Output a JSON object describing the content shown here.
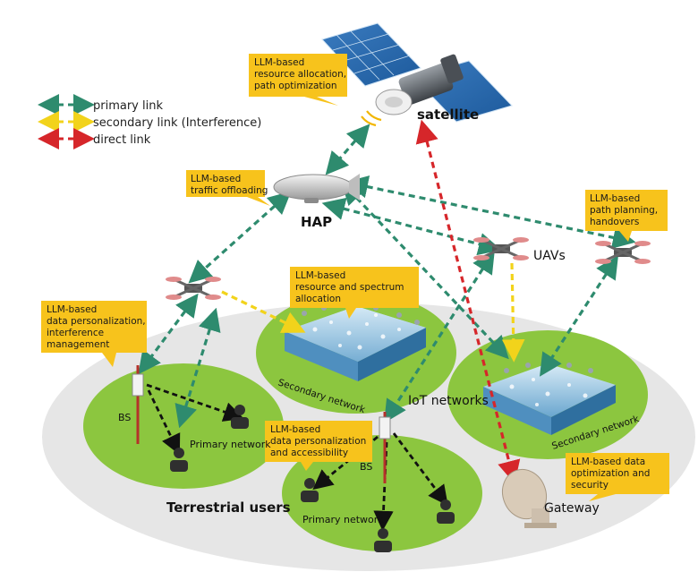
{
  "legend": [
    {
      "label": "primary link",
      "color": "#2e8b6e"
    },
    {
      "label": "secondary link (Interference)",
      "color": "#f2d31b"
    },
    {
      "label": "direct link",
      "color": "#d6262a"
    }
  ],
  "labels": {
    "satellite": "satellite",
    "hap": "HAP",
    "uavs": "UAVs",
    "iot_networks": "IoT networks",
    "bs_left": "BS",
    "bs_right": "BS",
    "primary_network_left": "Primary network",
    "primary_network_right": "Primary network",
    "secondary_network_left": "Secondary network",
    "secondary_network_right": "Secondary network",
    "terrestrial_users": "Terrestrial users",
    "gateway": "Gateway"
  },
  "callouts": {
    "satellite_llm": [
      "LLM-based",
      "resource allocation,",
      "path optimization"
    ],
    "hap_llm": [
      "LLM-based",
      "traffic offloading"
    ],
    "uav_llm": [
      "LLM-based",
      "path planning,",
      "handovers"
    ],
    "spectrum_llm": [
      "LLM-based",
      "resource and spectrum",
      "allocation"
    ],
    "bs_left_llm": [
      "LLM-based",
      "data personalization,",
      "interference",
      "management"
    ],
    "bs_right_llm": [
      "LLM-based",
      "data personalization",
      "and accessibility"
    ],
    "gateway_llm": [
      "LLM-based data",
      "optimization and",
      "security"
    ]
  },
  "colors": {
    "callout": "#f7c31c",
    "ground": "#e6e6e6",
    "green": "#8cc63f",
    "primary": "#2e8b6e",
    "secondary": "#f2d31b",
    "direct": "#d6262a",
    "user": "#2f2f2f"
  }
}
